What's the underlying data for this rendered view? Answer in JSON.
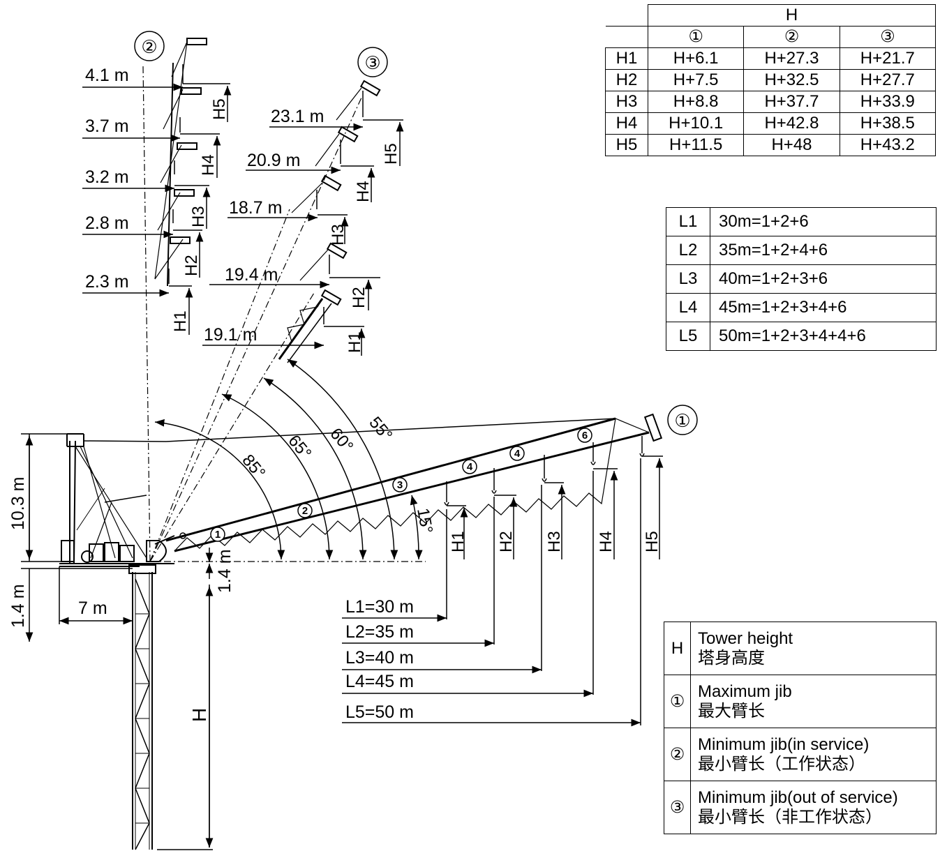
{
  "height_table": {
    "header": "H",
    "configs": [
      "①",
      "②",
      "③"
    ],
    "rows": [
      {
        "name": "H1",
        "values": [
          "H+6.1",
          "H+27.3",
          "H+21.7"
        ]
      },
      {
        "name": "H2",
        "values": [
          "H+7.5",
          "H+32.5",
          "H+27.7"
        ]
      },
      {
        "name": "H3",
        "values": [
          "H+8.8",
          "H+37.7",
          "H+33.9"
        ]
      },
      {
        "name": "H4",
        "values": [
          "H+10.1",
          "H+42.8",
          "H+38.5"
        ]
      },
      {
        "name": "H5",
        "values": [
          "H+11.5",
          "H+48",
          "H+43.2"
        ]
      }
    ]
  },
  "length_table": [
    {
      "code": "L1",
      "value": "30m=1+2+6"
    },
    {
      "code": "L2",
      "value": "35m=1+2+4+6"
    },
    {
      "code": "L3",
      "value": "40m=1+2+3+6"
    },
    {
      "code": "L4",
      "value": "45m=1+2+3+4+6"
    },
    {
      "code": "L5",
      "value": "50m=1+2+3+4+4+6"
    }
  ],
  "legend": [
    {
      "key": "H",
      "en": "Tower height",
      "zh": "塔身高度"
    },
    {
      "key": "①",
      "en": "Maximum jib",
      "zh": "最大臂长"
    },
    {
      "key": "②",
      "en": "Minimum jib(in service)",
      "zh": "最小臂长（工作状态）"
    },
    {
      "key": "③",
      "en": "Minimum jib(out of service)",
      "zh": "最小臂长（非工作状态）"
    }
  ],
  "diagram": {
    "config_labels": [
      "①",
      "②",
      "③"
    ],
    "config2_radii": [
      "4.1 m",
      "3.7 m",
      "3.2 m",
      "2.8 m",
      "2.3 m"
    ],
    "config3_radii": [
      "23.1 m",
      "20.9 m",
      "18.7 m",
      "19.4 m",
      "19.1 m"
    ],
    "h_labels": [
      "H1",
      "H2",
      "H3",
      "H4",
      "H5"
    ],
    "length_labels": [
      "L1=30 m",
      "L2=35 m",
      "L3=40 m",
      "L4=45 m",
      "L5=50 m"
    ],
    "angles": [
      "85°",
      "65°",
      "60°",
      "55°",
      "15°"
    ],
    "section_labels": [
      "1",
      "2",
      "3",
      "4",
      "4",
      "6"
    ],
    "dims": {
      "mast_height": "10.3 m",
      "jib_offset": "1.4 m",
      "slew_height": "1.4 m",
      "counter_jib": "7 m",
      "tower": "H"
    }
  }
}
